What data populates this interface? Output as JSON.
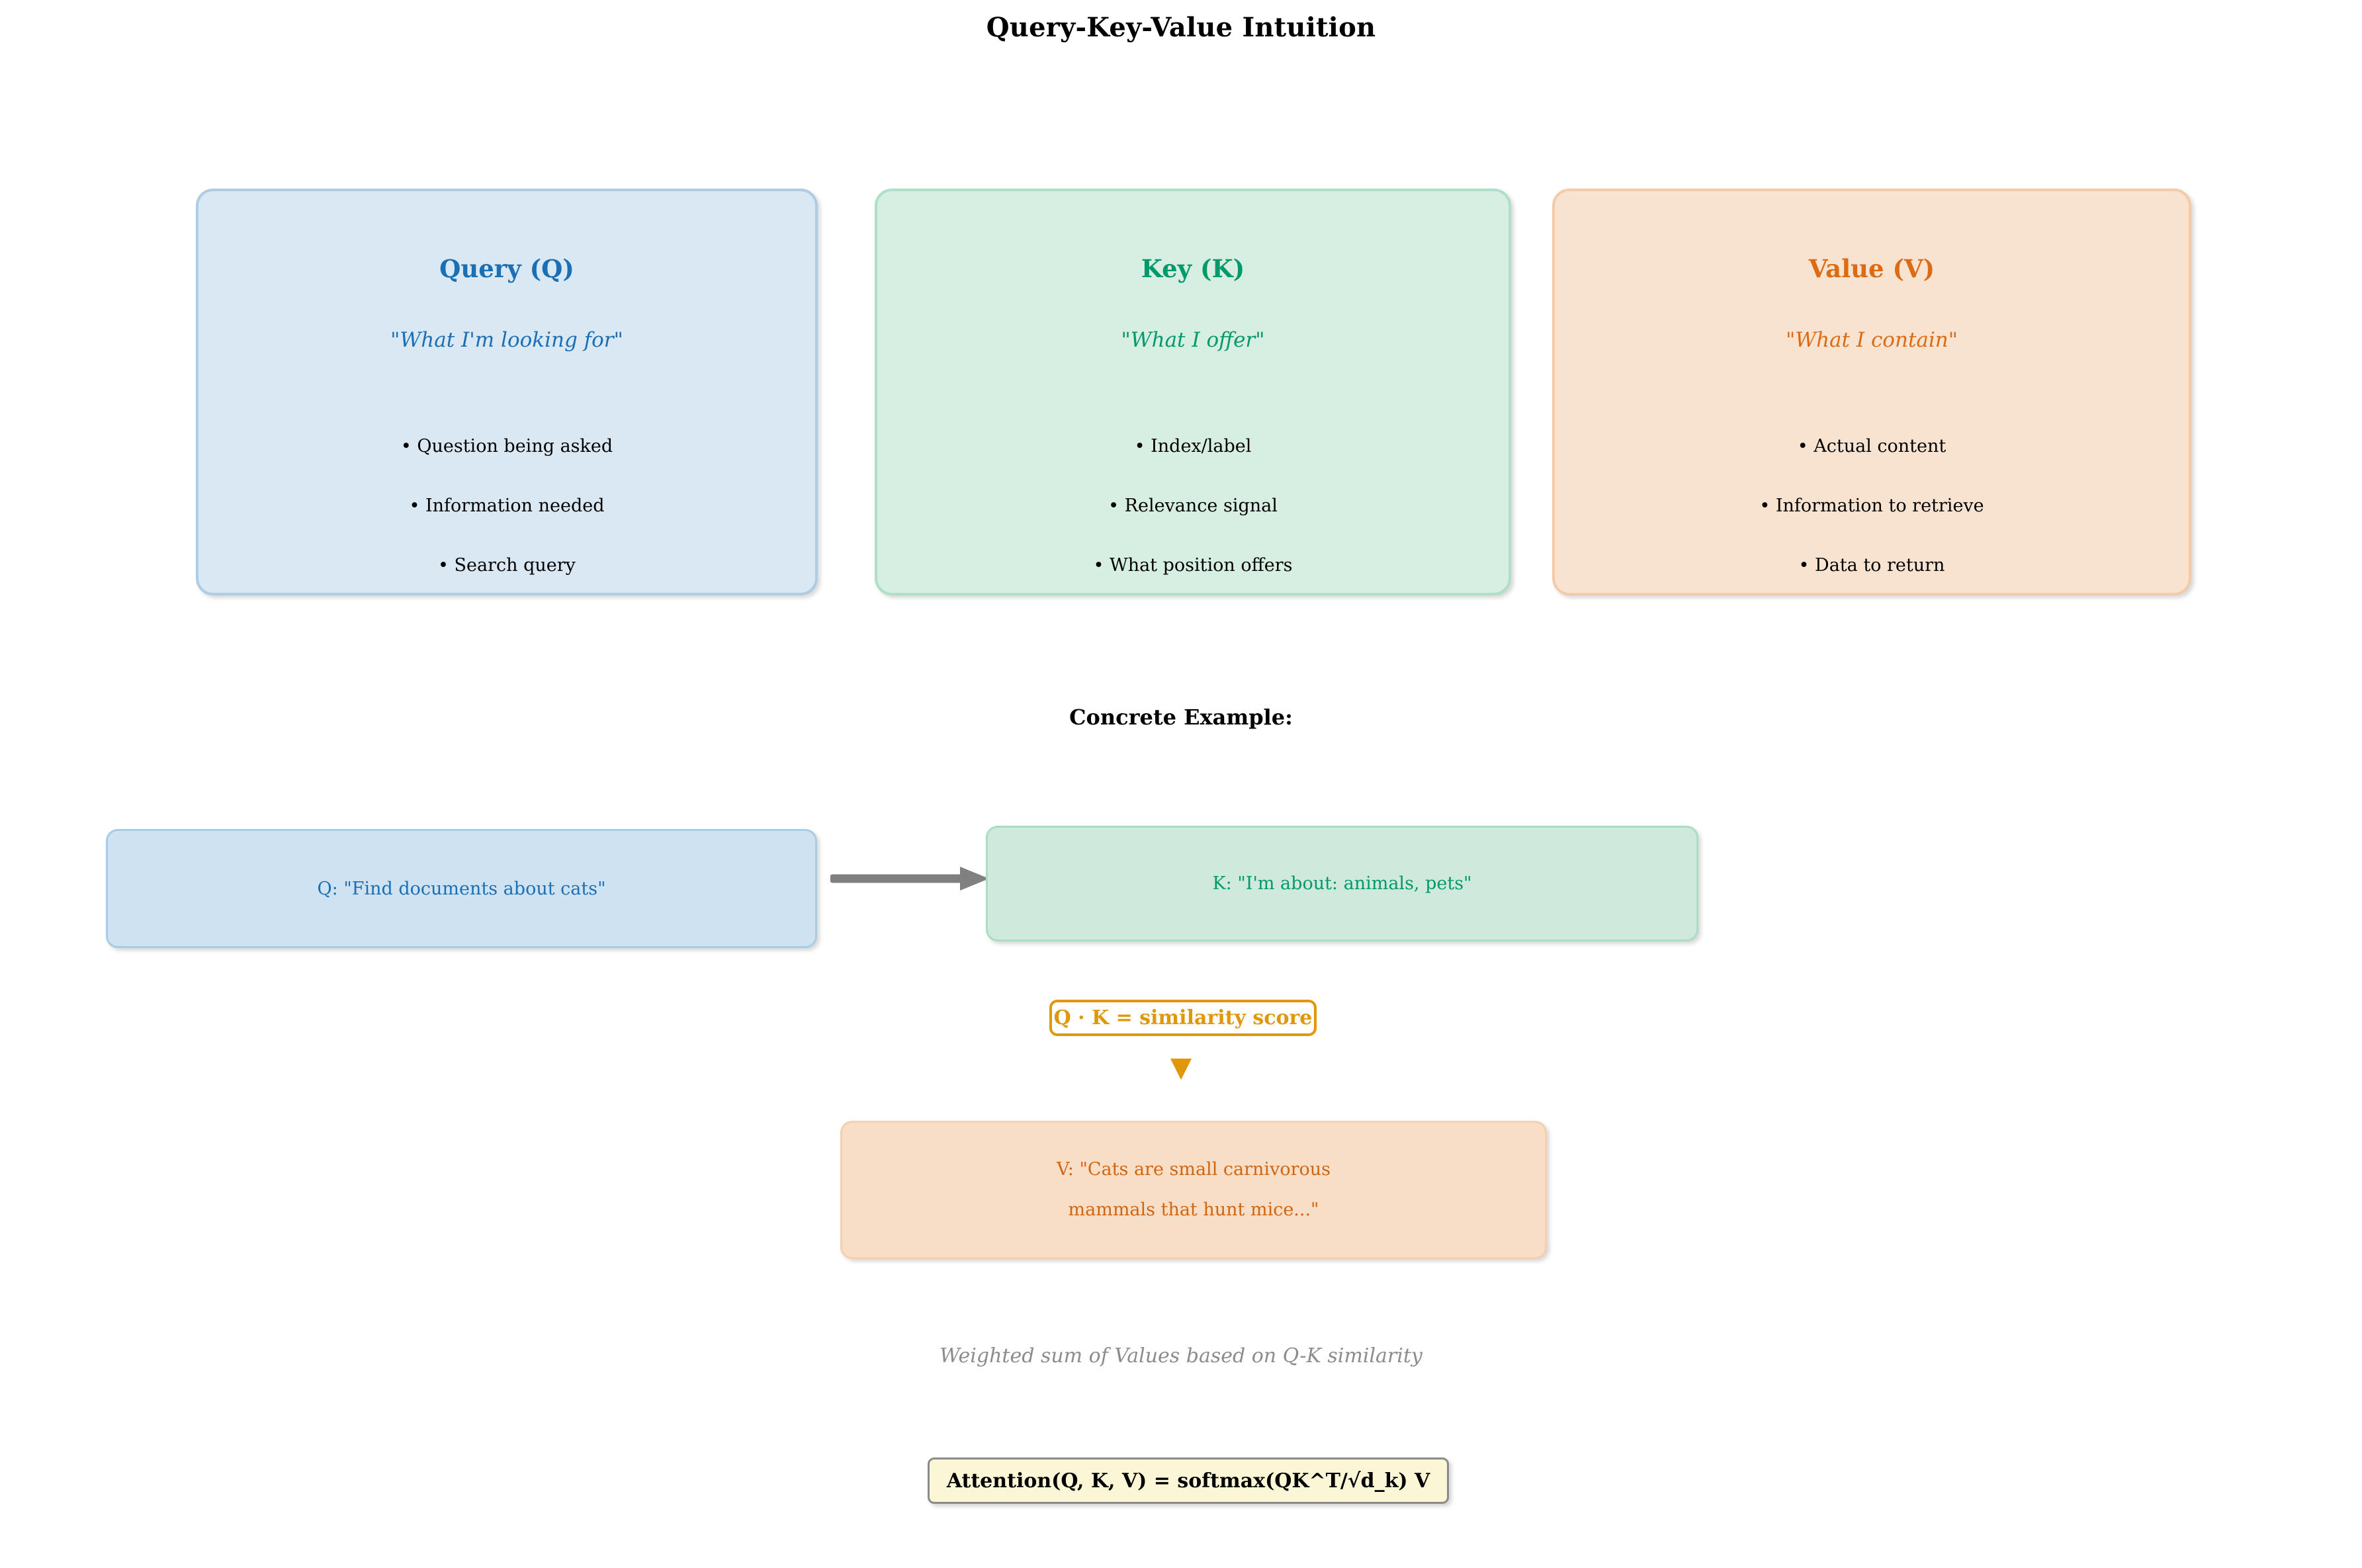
{
  "page": {
    "title": "Query-Key-Value Intuition",
    "background_color": "#ffffff"
  },
  "colors": {
    "query_accent": "#1A6FB5",
    "key_accent": "#00996B",
    "value_accent": "#DD6B13",
    "similarity_accent": "#E0980A",
    "formula_fill": "#faf6d6",
    "caption_gray": "#8c8c8c",
    "arrow_gray": "#808080"
  },
  "concepts": [
    {
      "id": "query",
      "title": "Query (Q)",
      "subtitle": "\"What I'm looking for\"",
      "bullets": [
        "• Question being asked",
        "• Information needed",
        "• Search query"
      ],
      "fill": "#d9e8f3",
      "border": "#aecde4",
      "accent": "#1A6FB5"
    },
    {
      "id": "key",
      "title": "Key (K)",
      "subtitle": "\"What I offer\"",
      "bullets": [
        "• Index/label",
        "• Relevance signal",
        "• What position offers"
      ],
      "fill": "#d7eee3",
      "border": "#aedfc9",
      "accent": "#00996B"
    },
    {
      "id": "value",
      "title": "Value (V)",
      "subtitle": "\"What I contain\"",
      "bullets": [
        "• Actual content",
        "• Information to retrieve",
        "• Data to return"
      ],
      "fill": "#f8e3d1",
      "border": "#f4cba9",
      "accent": "#DD6B13"
    }
  ],
  "example": {
    "heading": "Concrete Example:",
    "query_text": "Q: \"Find documents about cats\"",
    "key_text": "K: \"I'm about: animals, pets\"",
    "value_line_1": "V: \"Cats are small carnivorous",
    "value_line_2": "mammals that hunt mice...\"",
    "similarity_label": "Q · K = similarity score",
    "down_arrow_glyph": "▼",
    "caption": "Weighted sum of Values based on Q-K similarity",
    "formula": "Attention(Q, K, V) = softmax(QK^T/√d_k) V"
  }
}
